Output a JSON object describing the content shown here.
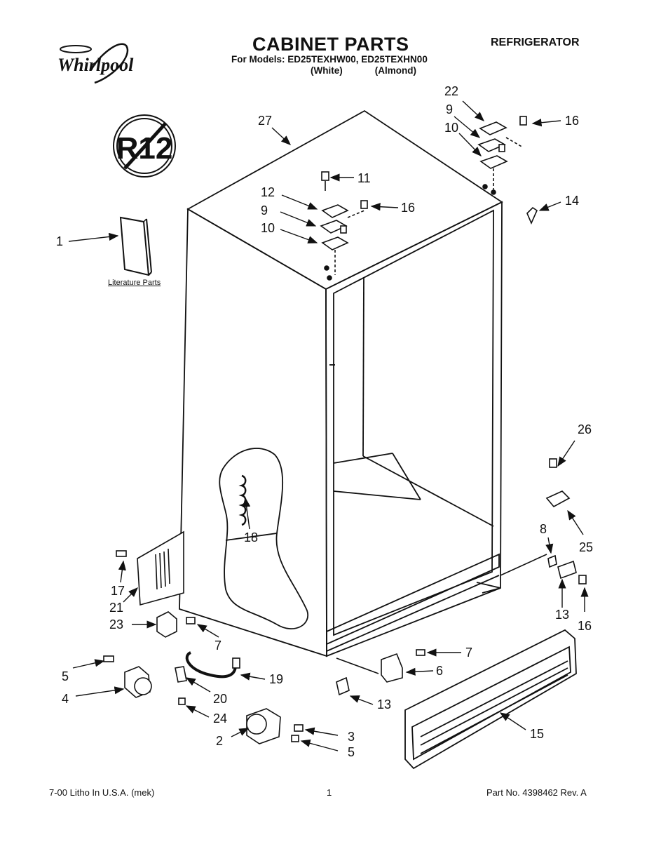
{
  "header": {
    "brand": "Whirlpool",
    "title": "CABINET PARTS",
    "models_line": "For Models: ED25TEXHW00, ED25TEXHN00",
    "variant_white": "(White)",
    "variant_almond": "(Almond)",
    "category": "REFRIGERATOR",
    "badge_text": "R12"
  },
  "literature_label": "Literature Parts",
  "callouts": [
    "27",
    "22",
    "9",
    "16",
    "10",
    "11",
    "12",
    "16",
    "9",
    "10",
    "14",
    "1",
    "26",
    "25",
    "8",
    "18",
    "17",
    "21",
    "23",
    "7",
    "13",
    "16",
    "7",
    "6",
    "15",
    "5",
    "4",
    "20",
    "19",
    "24",
    "13",
    "2",
    "3",
    "5"
  ],
  "footer": {
    "left": "7-00 Litho In U.S.A. (mek)",
    "center": "1",
    "right": "Part No. 4398462 Rev. A"
  },
  "colors": {
    "ink": "#111111",
    "paper": "#ffffff"
  }
}
